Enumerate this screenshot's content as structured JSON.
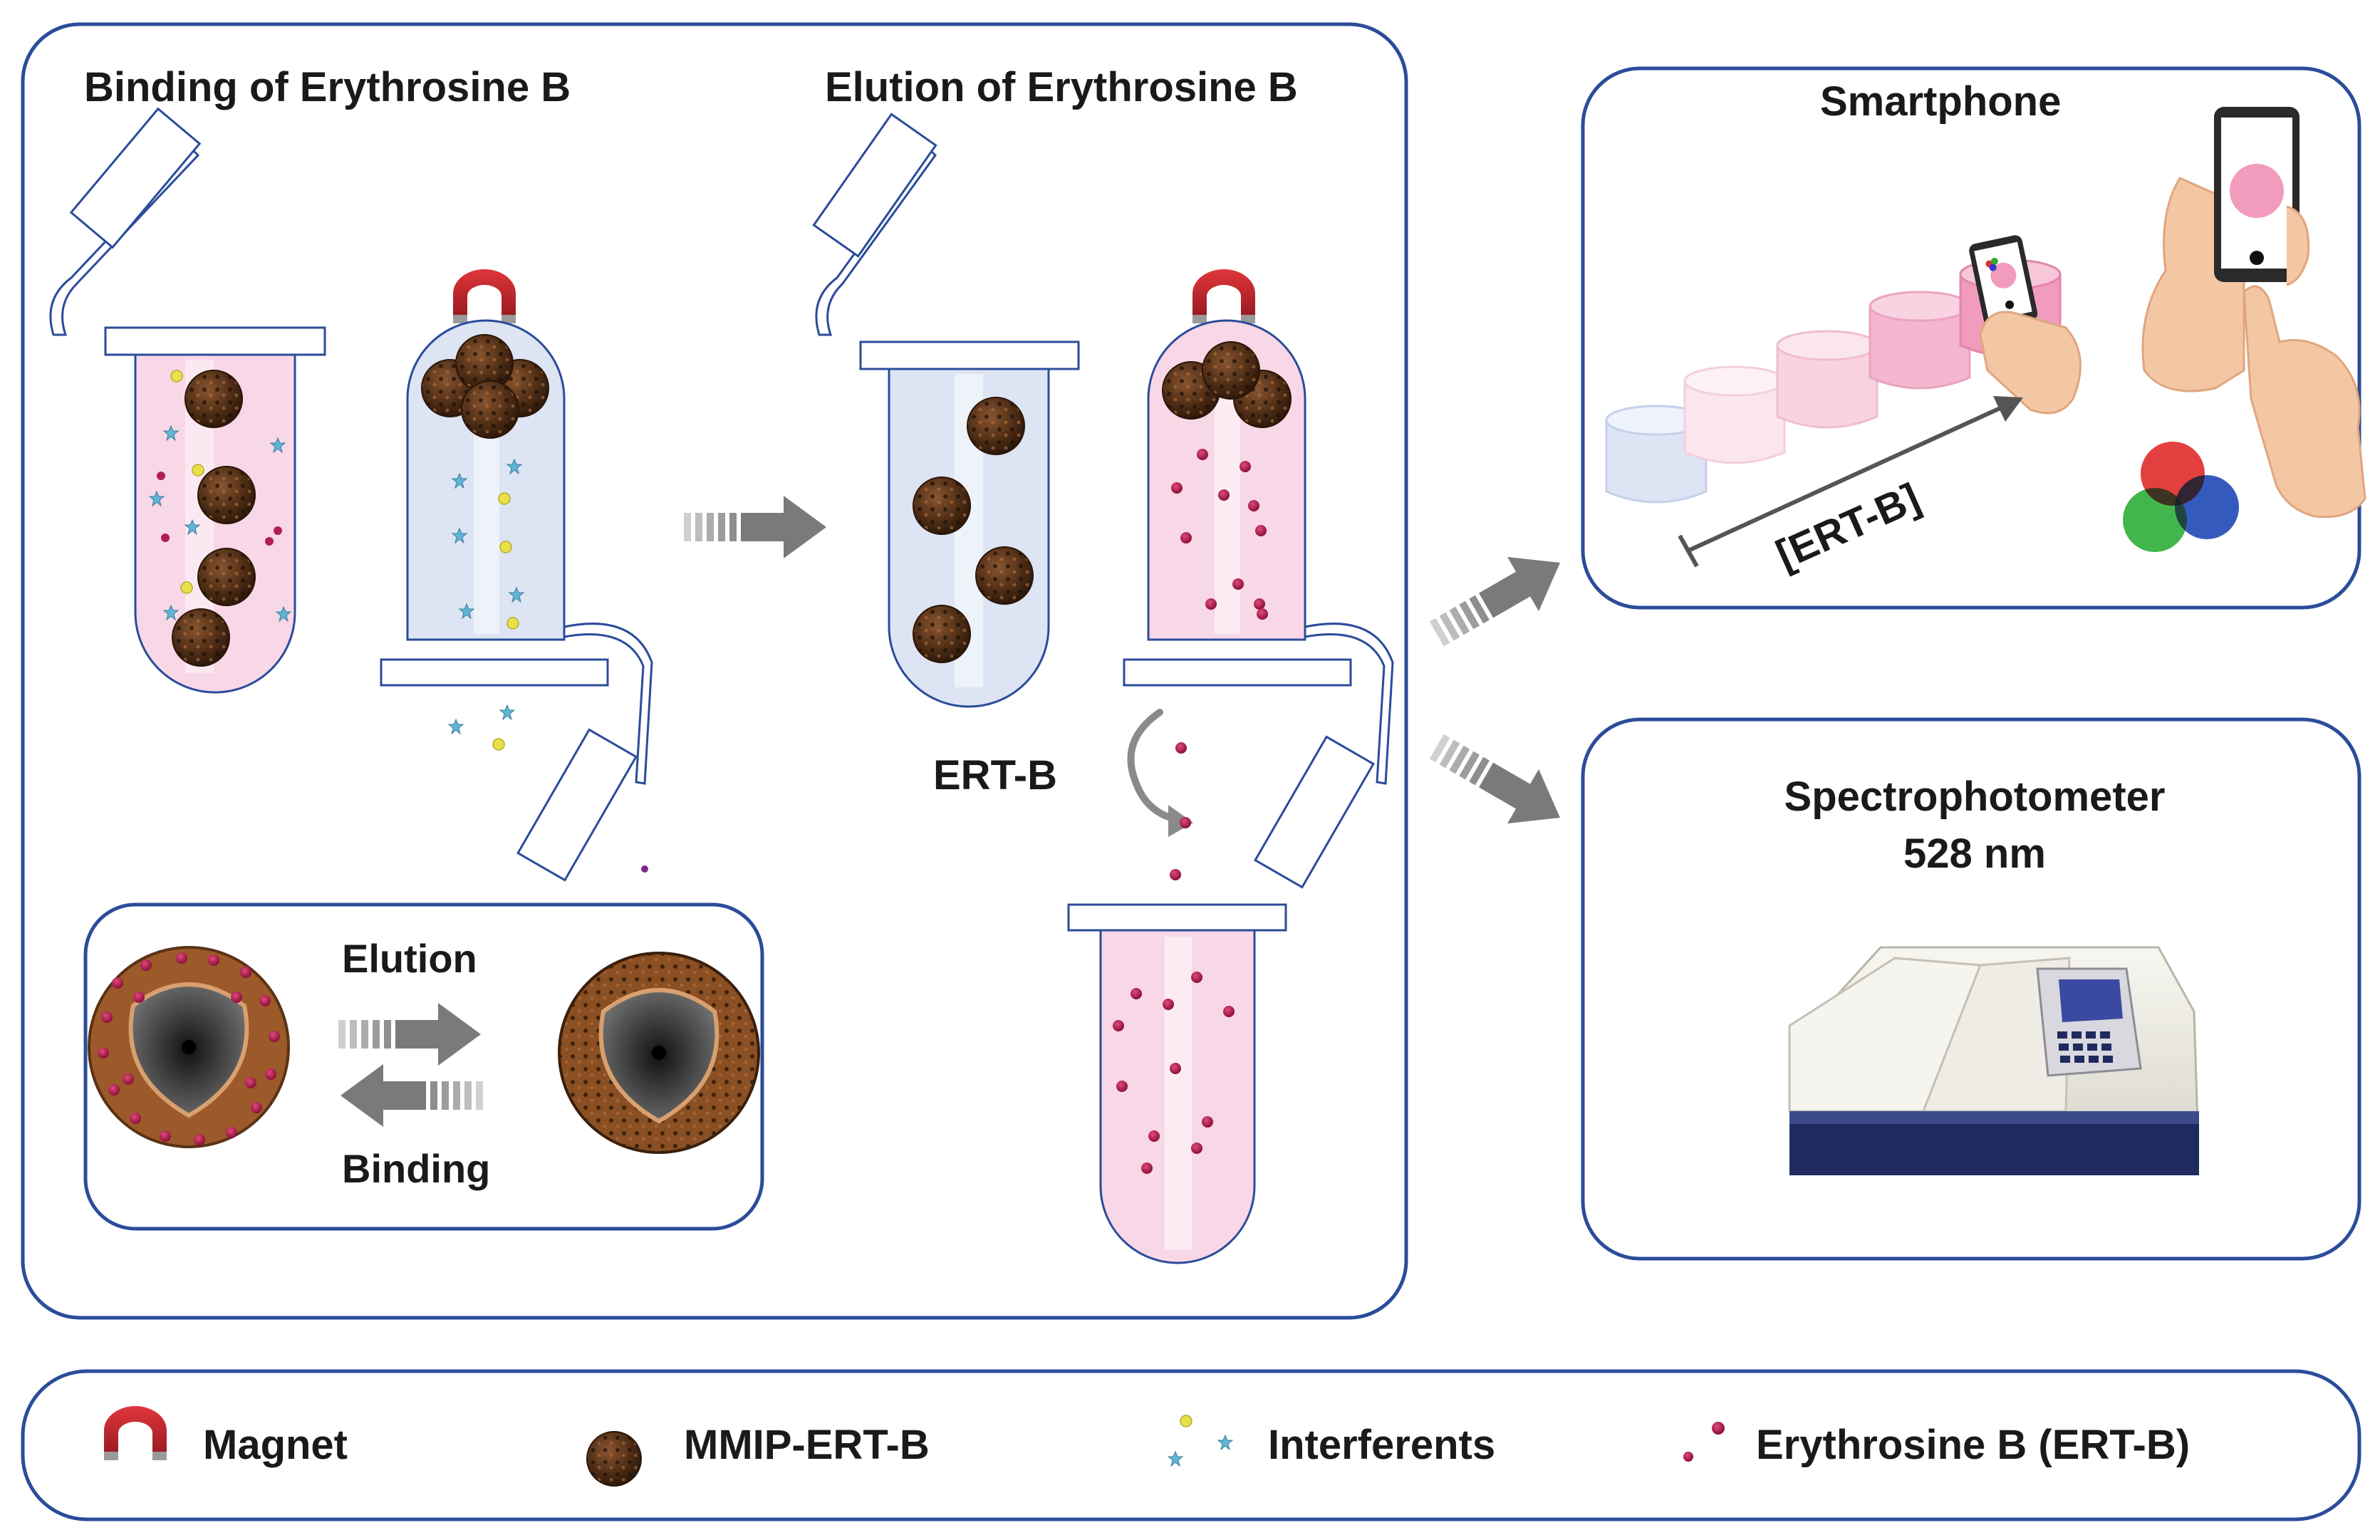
{
  "panels": {
    "binding_title": "Binding of Erythrosine B",
    "elution_title": "Elution of Erythrosine B",
    "ert_b_label": "ERT-B",
    "inset": {
      "elution_label": "Elution",
      "binding_label": "Binding"
    },
    "smartphone": {
      "title": "Smartphone",
      "axis_label": "[ERT-B]"
    },
    "spectro": {
      "title_line1": "Spectrophotometer",
      "title_line2": "528 nm"
    }
  },
  "legend": {
    "items": [
      {
        "label": "Magnet",
        "icon": "magnet-icon"
      },
      {
        "label": "MMIP-ERT-B",
        "icon": "mmip-particle-icon"
      },
      {
        "label": "Interferents",
        "icon": "interferents-icon"
      },
      {
        "label": "Erythrosine B (ERT-B)",
        "icon": "erythrosine-dots-icon"
      }
    ]
  },
  "colors": {
    "frame": "#2b4c9a",
    "arrow": "#7a7a7a",
    "pink_solution": "#f8d7e6",
    "blue_solution": "#dde4f3",
    "magnet_red": "#c4272e",
    "particle_brown": "#6b3a1f",
    "ertb_dot": "#b01e54",
    "interferent_yellow": "#e8e04a",
    "interferent_star": "#5aa7c8"
  }
}
